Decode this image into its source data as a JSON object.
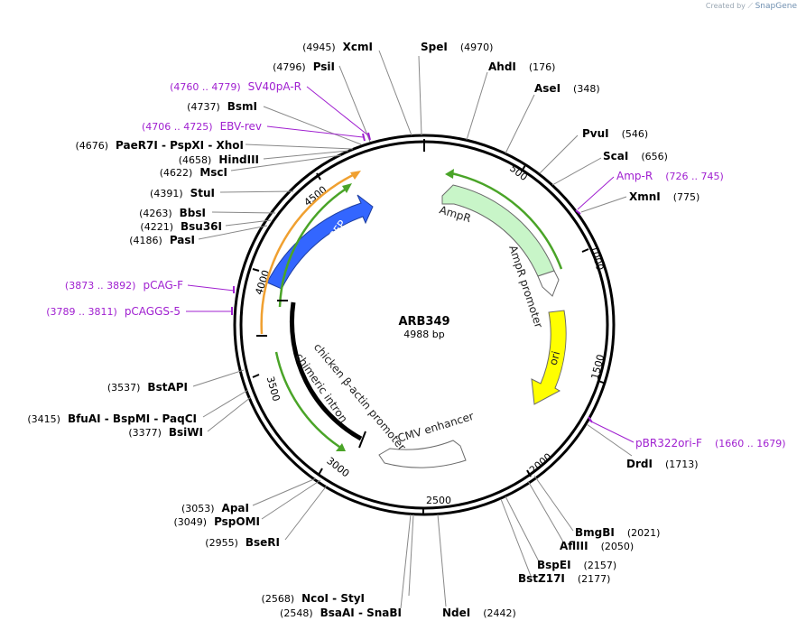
{
  "plasmid": {
    "name": "ARB349",
    "length_label": "4988 bp"
  },
  "watermark": {
    "prefix": "Created by",
    "brand": "SnapGene"
  },
  "ruler_ticks": [
    "500",
    "1000",
    "1500",
    "2000",
    "2500",
    "3000",
    "3500",
    "4000",
    "4500"
  ],
  "features": [
    {
      "label": "AmpR",
      "color": "#c8f5c8"
    },
    {
      "label": "AmpR promoter",
      "color": "#ffffff"
    },
    {
      "label": "ori",
      "color": "#ffff00"
    },
    {
      "label": "CMV enhancer",
      "color": "#ffffff"
    },
    {
      "label": "chicken β-actin promoter",
      "color": "#ffffff"
    },
    {
      "label": "chimeric intron",
      "color": "#ffffff"
    },
    {
      "label": "TagBFP",
      "color": "#3366ff"
    }
  ],
  "enzymes": [
    {
      "name": "SpeI",
      "pos": "(4970)"
    },
    {
      "name": "AhdI",
      "pos": "(176)"
    },
    {
      "name": "AseI",
      "pos": "(348)"
    },
    {
      "name": "PvuI",
      "pos": "(546)"
    },
    {
      "name": "ScaI",
      "pos": "(656)"
    },
    {
      "name": "XmnI",
      "pos": "(775)"
    },
    {
      "name": "DrdI",
      "pos": "(1713)"
    },
    {
      "name": "BmgBI",
      "pos": "(2021)"
    },
    {
      "name": "AflIII",
      "pos": "(2050)"
    },
    {
      "name": "BspEI",
      "pos": "(2157)"
    },
    {
      "name": "BstZ17I",
      "pos": "(2177)"
    },
    {
      "name": "NdeI",
      "pos": "(2442)"
    },
    {
      "name": "NcoI - StyI",
      "pos": "(2568)"
    },
    {
      "name": "BsaAI - SnaBI",
      "pos": "(2548)"
    },
    {
      "name": "BseRI",
      "pos": "(2955)"
    },
    {
      "name": "PspOMI",
      "pos": "(3049)"
    },
    {
      "name": "ApaI",
      "pos": "(3053)"
    },
    {
      "name": "BsiWI",
      "pos": "(3377)"
    },
    {
      "name": "BfuAI - BspMI - PaqCI",
      "pos": "(3415)"
    },
    {
      "name": "BstAPI",
      "pos": "(3537)"
    },
    {
      "name": "PasI",
      "pos": "(4186)"
    },
    {
      "name": "Bsu36I",
      "pos": "(4221)"
    },
    {
      "name": "BbsI",
      "pos": "(4263)"
    },
    {
      "name": "StuI",
      "pos": "(4391)"
    },
    {
      "name": "MscI",
      "pos": "(4622)"
    },
    {
      "name": "HindIII",
      "pos": "(4658)"
    },
    {
      "name": "PaeR7I - PspXI - XhoI",
      "pos": "(4676)"
    },
    {
      "name": "BsmI",
      "pos": "(4737)"
    },
    {
      "name": "PsiI",
      "pos": "(4796)"
    },
    {
      "name": "XcmI",
      "pos": "(4945)"
    }
  ],
  "primers": [
    {
      "label": "Amp-R",
      "range": "(726 .. 745)"
    },
    {
      "label": "pBR322ori-F",
      "range": "(1660 .. 1679)"
    },
    {
      "label": "pCAGGS-5",
      "range": "(3789 .. 3811)"
    },
    {
      "label": "pCAG-F",
      "range": "(3873 .. 3892)"
    },
    {
      "label": "EBV-rev",
      "range": "(4706 .. 4725)"
    },
    {
      "label": "SV40pA-R",
      "range": "(4760 .. 4779)"
    }
  ]
}
